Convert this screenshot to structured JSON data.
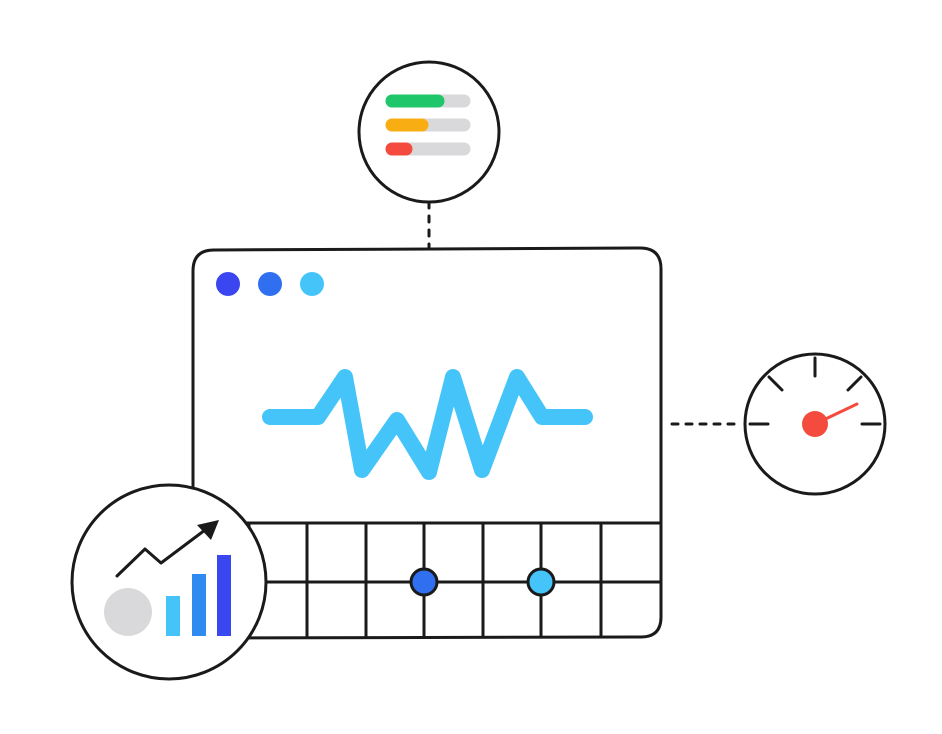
{
  "illustration": {
    "colors": {
      "outline": "#1a1a1a",
      "background": "#ffffff",
      "dot_dark_blue": "#3a47f0",
      "dot_blue": "#2f6ff0",
      "dot_light_blue": "#45c4fa",
      "waveform": "#45c4fa",
      "status_green": "#1fc76a",
      "status_orange": "#f8ad12",
      "status_red": "#f44b3e",
      "track_gray": "#d9d9dc",
      "gauge_needle": "#f44b3e",
      "chart_bar_light": "#45c4fa",
      "chart_bar_mid": "#2f8bf0",
      "chart_bar_dark": "#3a47f0",
      "chart_circle": "#d9d9dc"
    },
    "browser_window": {
      "icon": "browser-window-icon",
      "window_dots": [
        "dot_dark_blue",
        "dot_blue",
        "dot_light_blue"
      ],
      "content": "heartbeat-waveform-icon",
      "grid_markers": [
        "dot_blue",
        "dot_light_blue"
      ]
    },
    "status_badge": {
      "icon": "status-bars-icon",
      "bar_levels": [
        {
          "color": "status_green",
          "level": 0.65
        },
        {
          "color": "status_orange",
          "level": 0.45
        },
        {
          "color": "status_red",
          "level": 0.25
        }
      ]
    },
    "gauge_badge": {
      "icon": "speedometer-icon",
      "needle": "gauge_needle"
    },
    "analytics_badge": {
      "icon": "growth-chart-icon",
      "relative_bar_heights": [
        0.55,
        0.8,
        1.0
      ]
    }
  }
}
